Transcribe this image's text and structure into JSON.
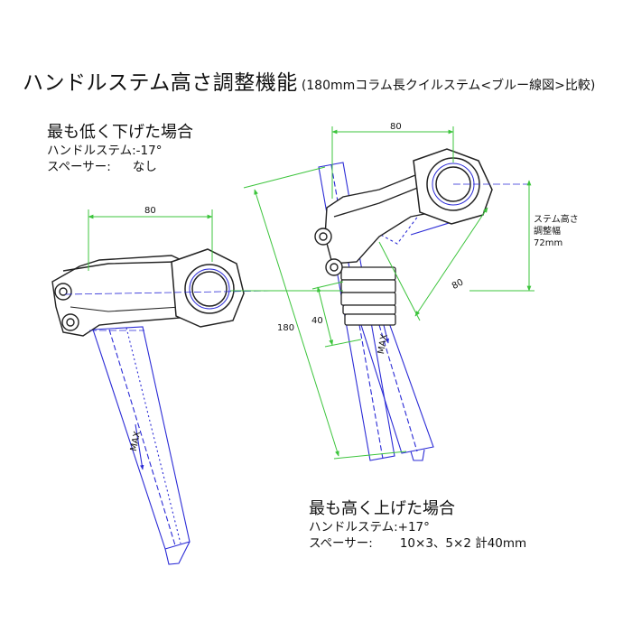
{
  "title": {
    "main": "ハンドルステム高さ調整機能",
    "sub": "(180mmコラム長クイルステム<ブルー線図>比較)"
  },
  "lowest": {
    "heading": "最も低く下げた場合",
    "stem_label": "ハンドルステム:",
    "stem_value": "-17°",
    "spacer_label": "スペーサー:",
    "spacer_value": "なし"
  },
  "highest": {
    "heading": "最も高く上げた場合",
    "stem_label": "ハンドルステム:",
    "stem_value": "+17°",
    "spacer_label": "スペーサー:",
    "spacer_value": "10×3、5×2 計40mm"
  },
  "dimensions": {
    "left_reach": "80",
    "right_reach": "80",
    "right_diag": "80",
    "column_length": "180",
    "spacer_stack": "40",
    "max_mark_left": "MAX",
    "max_mark_right": "MAX"
  },
  "adjust_note": {
    "line1": "ステム高さ",
    "line2": "調整幅",
    "line3": "72mm"
  },
  "colors": {
    "dimension_line": "#3cc43c",
    "blue_drawing": "#2b2bd6",
    "stem_outline": "#222222"
  }
}
